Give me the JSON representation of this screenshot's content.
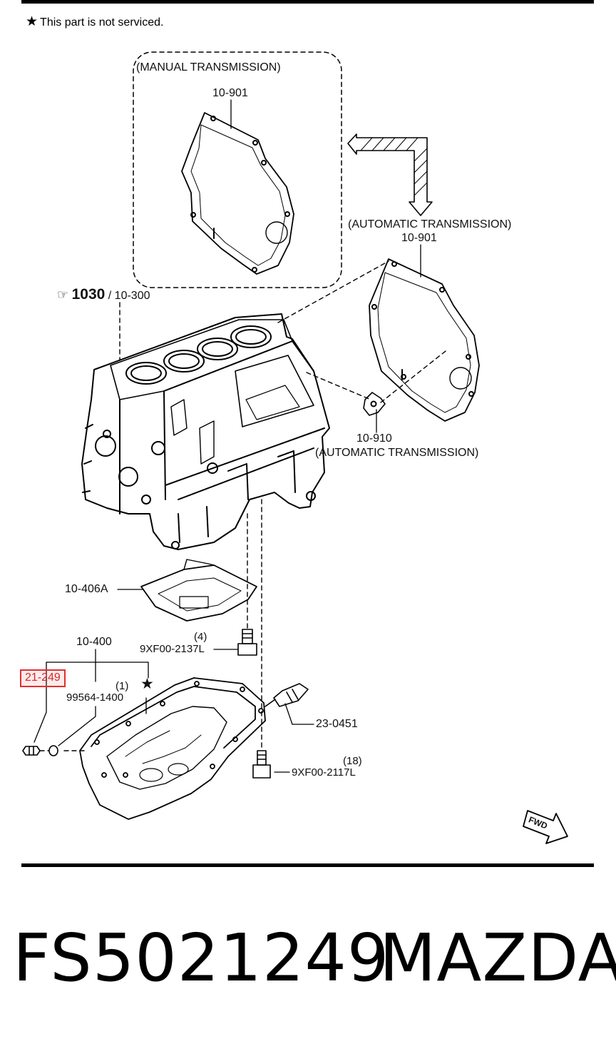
{
  "note": {
    "star_glyph": "★",
    "text": "This part is not serviced."
  },
  "labels": {
    "manual_transmission": "(MANUAL TRANSMISSION)",
    "manual_part": "10-901",
    "auto_transmission_top": "(AUTOMATIC TRANSMISSION)",
    "auto_part": "10-901",
    "block_ref_icon": "☞",
    "block_ref_main": "1030",
    "block_ref_sep": "/",
    "block_ref_sub": "10-300",
    "plate_part": "10-910",
    "auto_transmission_bottom": "(AUTOMATIC TRANSMISSION)",
    "baffle_part": "10-406A",
    "pan_part": "10-400",
    "bolt_qty_a": "(4)",
    "bolt_part_a": "9XF00-2137L",
    "drain_plug_part": "21-249",
    "washer_qty": "(1)",
    "washer_part": "99564-1400",
    "star_marker": "★",
    "gauge_part": "23-0451",
    "bolt_qty_b": "(18)",
    "bolt_part_b": "9XF00-2117L",
    "fwd": "FWD"
  },
  "footer": {
    "part_number": "FS5021249",
    "brand": "MAZDA"
  },
  "colors": {
    "highlight": "#e03030",
    "ink": "#000000"
  }
}
